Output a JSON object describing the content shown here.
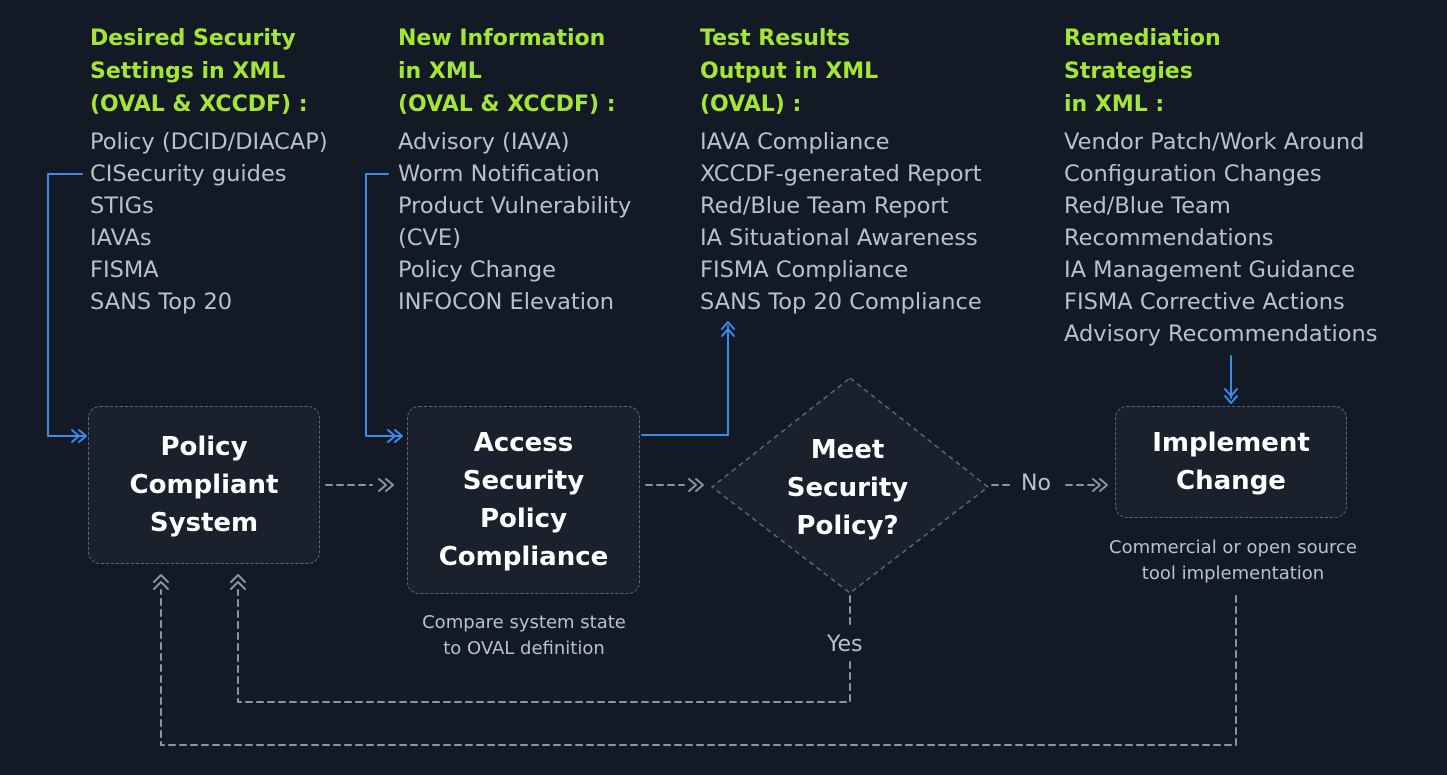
{
  "columns": [
    {
      "heading": [
        "Desired Security",
        "Settings in XML",
        "(OVAL & XCCDF) :"
      ],
      "items": [
        "Policy (DCID/DIACAP)",
        "CISecurity guides",
        "STIGs",
        "IAVAs",
        "FISMA",
        "SANS Top 20"
      ]
    },
    {
      "heading": [
        "New Information",
        "in XML",
        "(OVAL & XCCDF) :"
      ],
      "items": [
        "Advisory (IAVA)",
        "Worm Notification",
        "Product Vulnerability",
        "(CVE)",
        "Policy Change",
        "INFOCON Elevation"
      ]
    },
    {
      "heading": [
        "Test Results",
        "Output in XML",
        "(OVAL) :"
      ],
      "items": [
        "IAVA Compliance",
        "XCCDF-generated Report",
        "Red/Blue Team Report",
        "IA Situational Awareness",
        "FISMA Compliance",
        "SANS Top 20 Compliance"
      ]
    },
    {
      "heading": [
        "Remediation",
        "Strategies",
        "in XML :"
      ],
      "items": [
        "Vendor Patch/Work Around",
        "Configuration Changes",
        "Red/Blue Team",
        "Recommendations",
        "IA Management Guidance",
        "FISMA Corrective Actions",
        "Advisory Recommendations"
      ]
    }
  ],
  "nodes": {
    "policy_compliant_system": [
      "Policy",
      "Compliant",
      "System"
    ],
    "access_security_policy_compliance": [
      "Access",
      "Security",
      "Policy",
      "Compliance"
    ],
    "meet_security_policy": [
      "Meet",
      "Security",
      "Policy?"
    ],
    "implement_change": [
      "Implement",
      "Change"
    ]
  },
  "notes": {
    "compare": [
      "Compare system state",
      "to OVAL definition"
    ],
    "tooling": [
      "Commercial or open source",
      "tool implementation"
    ]
  },
  "edge_labels": {
    "no": "No",
    "yes": "Yes"
  },
  "colors": {
    "background": "#131a26",
    "heading": "#a3e635",
    "body_text": "#b9c0cc",
    "node_fill": "#1a212d",
    "node_border": "#5e6878",
    "blue_connector": "#3b8be8",
    "dashed_connector": "#8a94a3"
  }
}
